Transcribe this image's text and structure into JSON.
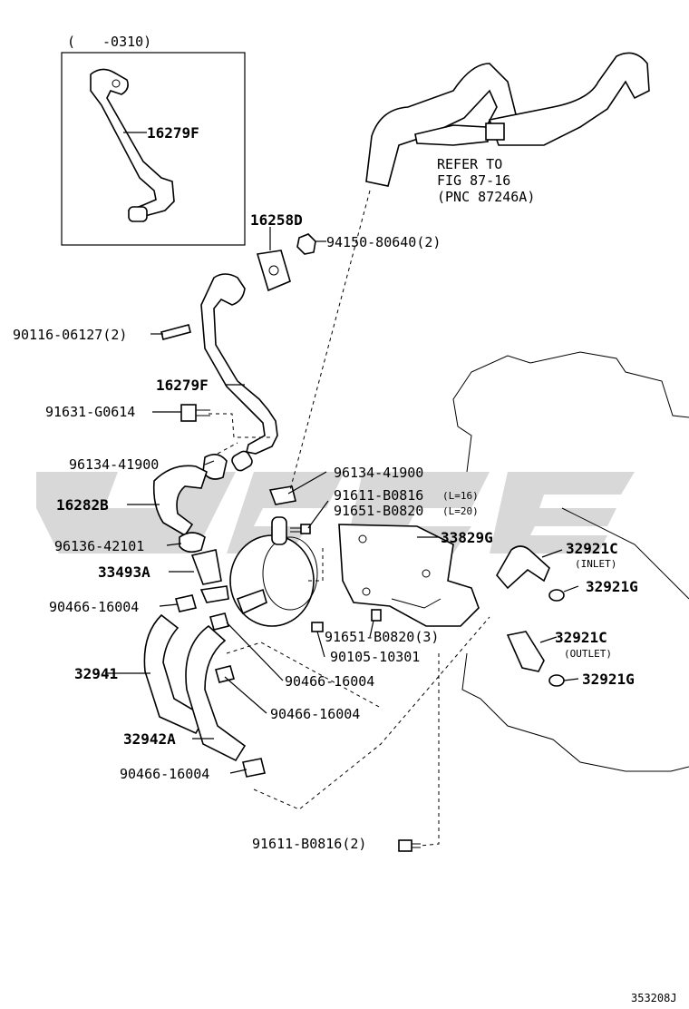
{
  "inset": {
    "range": "(　　-0310)",
    "part": "16279F"
  },
  "refer": {
    "line1": "REFER TO",
    "line2": "FIG 87-16",
    "line3": "(PNC 87246A)"
  },
  "labels": {
    "p16258D": "16258D",
    "p94150": "94150-80640(2)",
    "p90116": "90116-06127(2)",
    "p16279F": "16279F",
    "p91631": "91631-G0614",
    "p96134a": "96134-41900",
    "p96134b": "96134-41900",
    "p16282B": "16282B",
    "p91611a": "91611-B0816",
    "p91611a_note": "(L=16)",
    "p91651a": "91651-B0820",
    "p91651a_note": "(L=20)",
    "p96136": "96136-42101",
    "p33829G": "33829G",
    "p32921C_in": "32921C",
    "inlet": "(INLET)",
    "p33493A": "33493A",
    "p32921G_a": "32921G",
    "p90466a": "90466-16004",
    "p91651b": "91651-B0820(3)",
    "p32921C_out": "32921C",
    "outlet": "(OUTLET)",
    "p90105": "90105-10301",
    "p32941": "32941",
    "p32921G_b": "32921G",
    "p90466b": "90466-16004",
    "p90466c": "90466-16004",
    "p32942A": "32942A",
    "p90466d": "90466-16004",
    "p91611b": "91611-B0816(2)"
  },
  "footer": {
    "code": "353208J"
  }
}
